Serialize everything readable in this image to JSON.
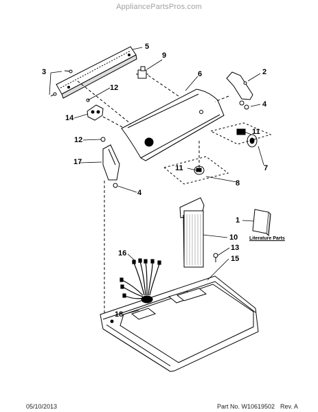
{
  "watermark": "AppliancePartsPros.com",
  "callouts": {
    "c1": "1",
    "c2": "2",
    "c3": "3",
    "c4a": "4",
    "c4b": "4",
    "c5": "5",
    "c6": "6",
    "c7": "7",
    "c8": "8",
    "c9": "9",
    "c10": "10",
    "c11a": "11",
    "c11b": "11",
    "c12a": "12",
    "c12b": "12",
    "c13": "13",
    "c14": "14",
    "c15": "15",
    "c16": "16",
    "c17": "17",
    "c18": "18"
  },
  "literature_label": "Literature Parts",
  "footer": {
    "date": "05/10/2013",
    "part_no": "Part No. W10619502",
    "rev": "Rev. A"
  }
}
